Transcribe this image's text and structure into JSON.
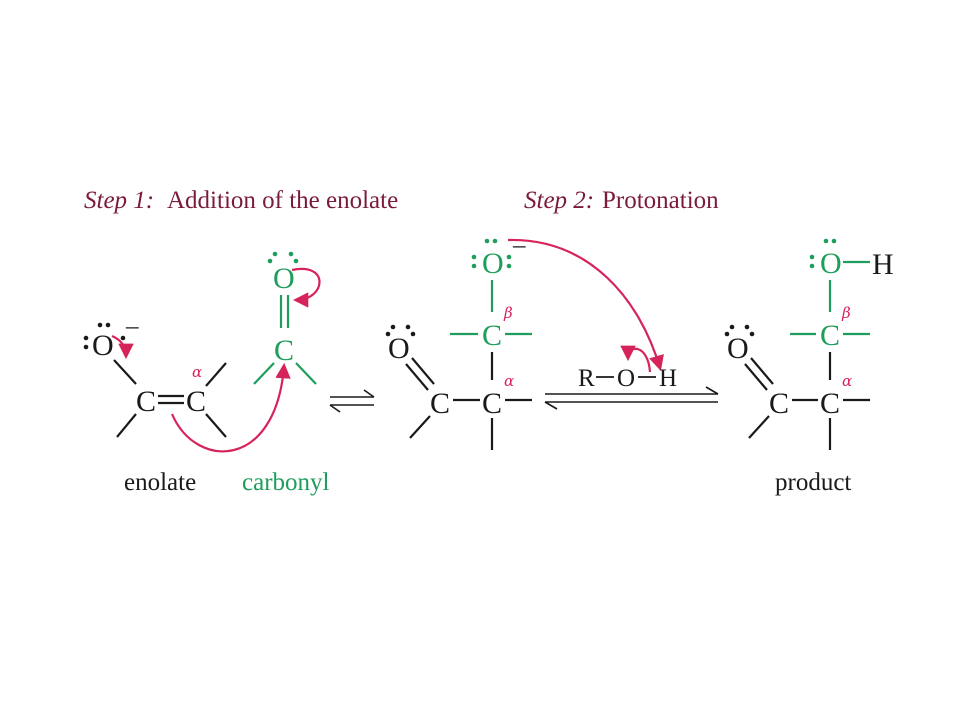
{
  "colors": {
    "black": "#1a1a1a",
    "green": "#1e9d5c",
    "magenta": "#d6245a",
    "heading": "#7a1b3c"
  },
  "headings": {
    "step1_label": "Step 1:",
    "step1_text": "Addition of the enolate",
    "step2_label": "Step 2:",
    "step2_text": "Protonation"
  },
  "captions": {
    "enolate": "enolate",
    "carbonyl": "carbonyl",
    "product": "product"
  },
  "atoms": {
    "O": "O",
    "C": "C",
    "H": "H",
    "R": "R",
    "minus": "–",
    "alpha": "α",
    "beta": "β"
  }
}
